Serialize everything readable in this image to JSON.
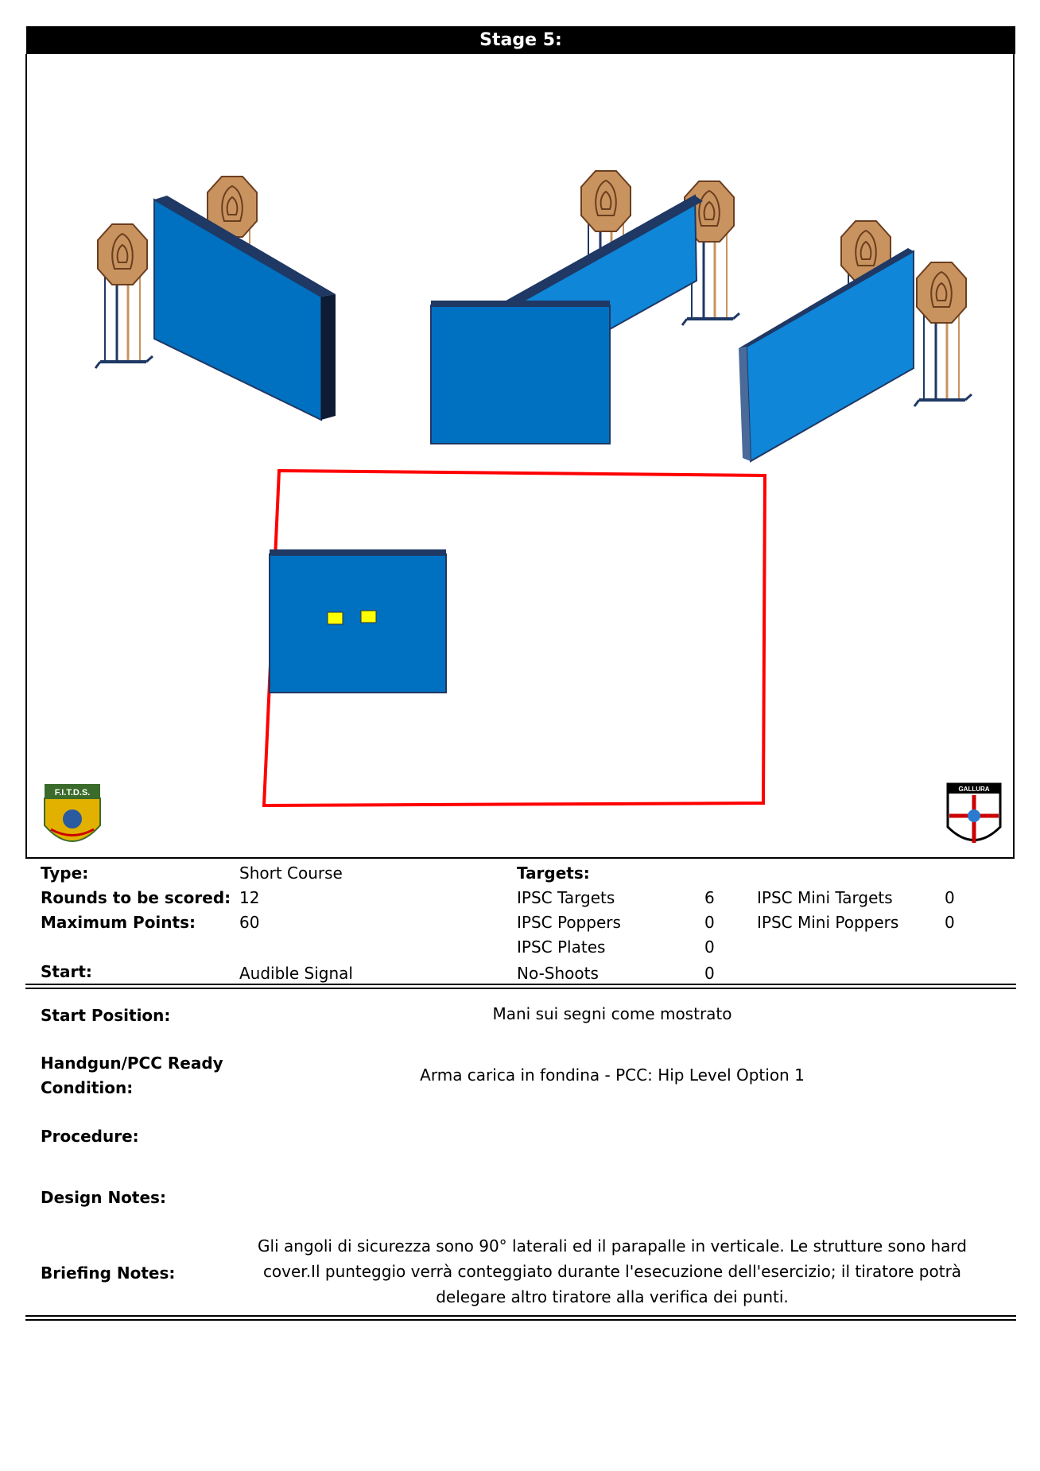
{
  "header": {
    "title": "Stage 5:"
  },
  "stage_info": {
    "type_label": "Type:",
    "type_value": "Short Course",
    "rounds_label": "Rounds to be scored:",
    "rounds_value": "12",
    "points_label": "Maximum Points:",
    "points_value": "60",
    "start_label": "Start:",
    "start_value": "Audible Signal"
  },
  "targets": {
    "heading": "Targets:",
    "ipsc_targets_label": "IPSC Targets",
    "ipsc_targets_value": "6",
    "ipsc_poppers_label": "IPSC Poppers",
    "ipsc_poppers_value": "0",
    "ipsc_plates_label": "IPSC Plates",
    "ipsc_plates_value": "0",
    "no_shoots_label": "No-Shoots",
    "no_shoots_value": "0",
    "mini_targets_label": "IPSC Mini Targets",
    "mini_targets_value": "0",
    "mini_poppers_label": "IPSC Mini Poppers",
    "mini_poppers_value": "0"
  },
  "details": {
    "start_position_label": "Start Position:",
    "start_position_value": "Mani sui segni come mostrato",
    "ready_label_1": "Handgun/PCC Ready",
    "ready_label_2": "Condition:",
    "ready_value": "Arma carica in fondina - PCC: Hip Level Option 1",
    "procedure_label": "Procedure:",
    "design_label": "Design Notes:",
    "briefing_label": "Briefing Notes:",
    "briefing_line_1": "Gli angoli di sicurezza sono 90° laterali ed il parapalle in verticale. Le strutture sono hard",
    "briefing_line_2": "cover.Il punteggio verrà conteggiato durante l'esecuzione dell'esercizio; il tiratore potrà",
    "briefing_line_3": "delegare altro tiratore alla verifica  dei punti."
  },
  "logos": {
    "left_text": "F.I.T.D.S.",
    "right_text": "GALLURA"
  },
  "colors": {
    "wall": "#0070c0",
    "wall_edge": "#1f3864",
    "target": "#c8935f",
    "shooting_area": "#ff0000",
    "hand_marks": "#ffff00"
  }
}
